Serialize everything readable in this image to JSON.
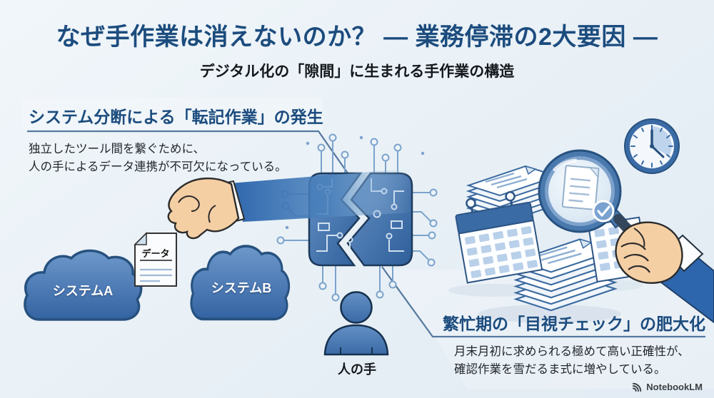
{
  "header": {
    "title": "なぜ手作業は消えないのか？ ― 業務停滞の2大要因 ―",
    "subtitle": "デジタル化の「隙間」に生まれる手作業の構造"
  },
  "sections": {
    "left": {
      "heading": "システム分断による「転記作業」の発生",
      "body": [
        "独立したツール間を繋ぐために、",
        "人の手によるデータ連携が不可欠になっている。"
      ]
    },
    "right": {
      "heading": "繁忙期の「目視チェック」の肥大化",
      "body": [
        "月末月初に求められる極めて高い正確性が、",
        "確認作業を雪だるま式に増やしている。"
      ]
    }
  },
  "labels": {
    "cloud_a": "システムA",
    "cloud_b": "システムB",
    "document": "データ",
    "person": "人の手"
  },
  "watermark": {
    "brand": "NotebookLM"
  },
  "icons": {
    "left_illustration": [
      "cloud-icon",
      "cloud-icon",
      "document-icon",
      "hand-icon",
      "broken-chip-icon",
      "person-icon"
    ],
    "right_illustration": [
      "paper-stack-icon",
      "calendar-icon",
      "magnifying-glass-icon",
      "hand-icon",
      "clock-icon"
    ],
    "watermark": "notebooklm-logo-icon"
  },
  "colors": {
    "background": "#e9f0f6",
    "title_navy": "#1c4c7e",
    "body_text": "#23272d",
    "callout_line": "#56799f",
    "cloud_blue": "#3e6ca9",
    "chip_blue": "#3a68a4",
    "trace_blue": "#7ba3cc",
    "person_blue": "#4474ad",
    "cell_light_blue": "#b9d0ea",
    "skin": "#f5cfa4",
    "sleeve_blue": "#2e66ad",
    "watermark_gray": "#3c4043"
  }
}
